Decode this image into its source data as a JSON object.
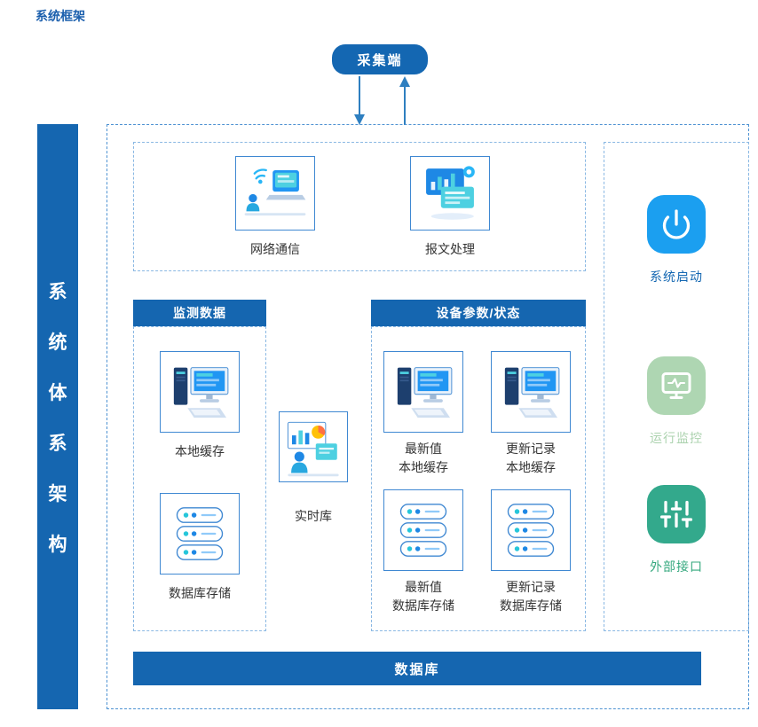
{
  "page_title": "系统框架",
  "collector": {
    "label": "采集端"
  },
  "sidebar": {
    "label": "系统体系架构",
    "chars": [
      "系",
      "统",
      "体",
      "系",
      "架",
      "构"
    ]
  },
  "network_section": {
    "items": [
      {
        "label": "网络通信",
        "icon": "network-communication-illustration"
      },
      {
        "label": "报文处理",
        "icon": "message-processing-illustration"
      }
    ]
  },
  "monitoring_section": {
    "header": "监测数据",
    "items": [
      {
        "label": "本地缓存",
        "icon": "computer-illustration"
      },
      {
        "label": "数据库存储",
        "icon": "server-illustration"
      }
    ]
  },
  "realtime_db": {
    "label": "实时库",
    "icon": "realtime-database-illustration"
  },
  "device_section": {
    "header": "设备参数/状态",
    "items": [
      {
        "line1": "最新值",
        "line2": "本地缓存",
        "icon": "computer-illustration"
      },
      {
        "line1": "更新记录",
        "line2": "本地缓存",
        "icon": "computer-illustration"
      },
      {
        "line1": "最新值",
        "line2": "数据库存储",
        "icon": "server-illustration"
      },
      {
        "line1": "更新记录",
        "line2": "数据库存储",
        "icon": "server-illustration"
      }
    ]
  },
  "side_functions": {
    "items": [
      {
        "label": "系统启动",
        "icon": "power-icon",
        "badge_color": "#1b9ff0",
        "label_color": "#1467b2"
      },
      {
        "label": "运行监控",
        "icon": "monitor-icon",
        "badge_color": "#aed6b2",
        "label_color": "#abd2ae"
      },
      {
        "label": "外部接口",
        "icon": "sliders-icon",
        "badge_color": "#33a98c",
        "label_color": "#35a87e"
      }
    ]
  },
  "bottom_bar": {
    "label": "数据库"
  },
  "colors": {
    "primary_blue": "#1566b0",
    "dash_border": "#4e92d2",
    "box_border": "#3f88d2"
  }
}
